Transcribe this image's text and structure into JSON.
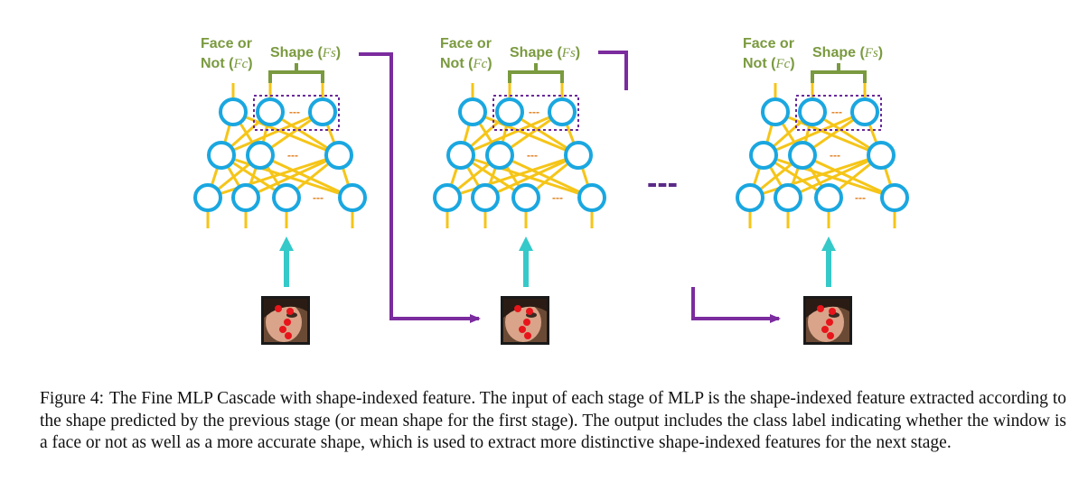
{
  "figure": {
    "face_or_line1": "Face or",
    "not_prefix": "Not (",
    "fc_symbol": "Fc",
    "close_paren": ")",
    "shape_prefix": "Shape (",
    "fs_symbol": "Fs",
    "ellipsis": "---",
    "between_stages": "---",
    "colors": {
      "node": "#1aa7e0",
      "edge": "#f5c518",
      "dots": "#e08020",
      "label": "#7a9a3f",
      "arrow_purple": "#7b2c9e",
      "arrow_cyan": "#35c9c9",
      "landmark": "#e8151b"
    },
    "stages": [
      {
        "name": "stage-1"
      },
      {
        "name": "stage-2"
      },
      {
        "name": "stage-3"
      }
    ]
  },
  "caption": {
    "label": "Figure 4:",
    "text": "The Fine MLP Cascade with shape-indexed feature. The input of each stage of MLP is the shape-indexed feature extracted according to the shape predicted by the previous stage (or mean shape for the first stage). The output includes the class label indicating whether the window is a face or not as well as a more accurate shape, which is used to extract more distinctive shape-indexed features for the next stage."
  }
}
